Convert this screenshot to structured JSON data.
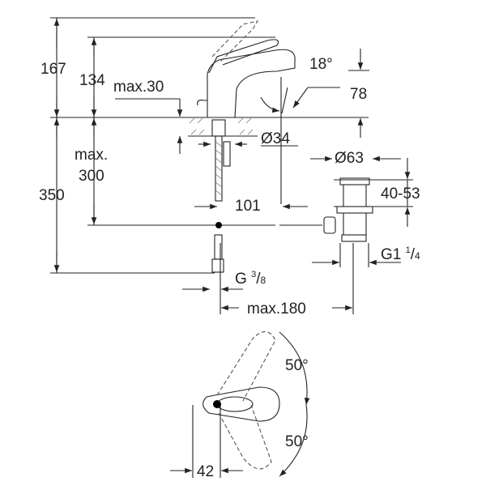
{
  "dimensions": {
    "total_height": "167",
    "lever_height": "134",
    "max_deck_thickness": "max.30",
    "spout_angle": "18°",
    "spout_height": "78",
    "hole_diameter": "Ø34",
    "max_label": "max.",
    "max_below_deck": "300",
    "total_below": "350",
    "waste_diameter": "Ø63",
    "waste_range": "40-53",
    "spout_reach": "101",
    "waste_thread_main": "G1",
    "waste_thread_num": "1",
    "waste_thread_den": "4",
    "supply_thread_main": "G",
    "supply_thread_num": "3",
    "supply_thread_den": "8",
    "max_offset": "max.180",
    "rotation_top": "50°",
    "rotation_bottom": "50°",
    "handle_offset": "42"
  }
}
